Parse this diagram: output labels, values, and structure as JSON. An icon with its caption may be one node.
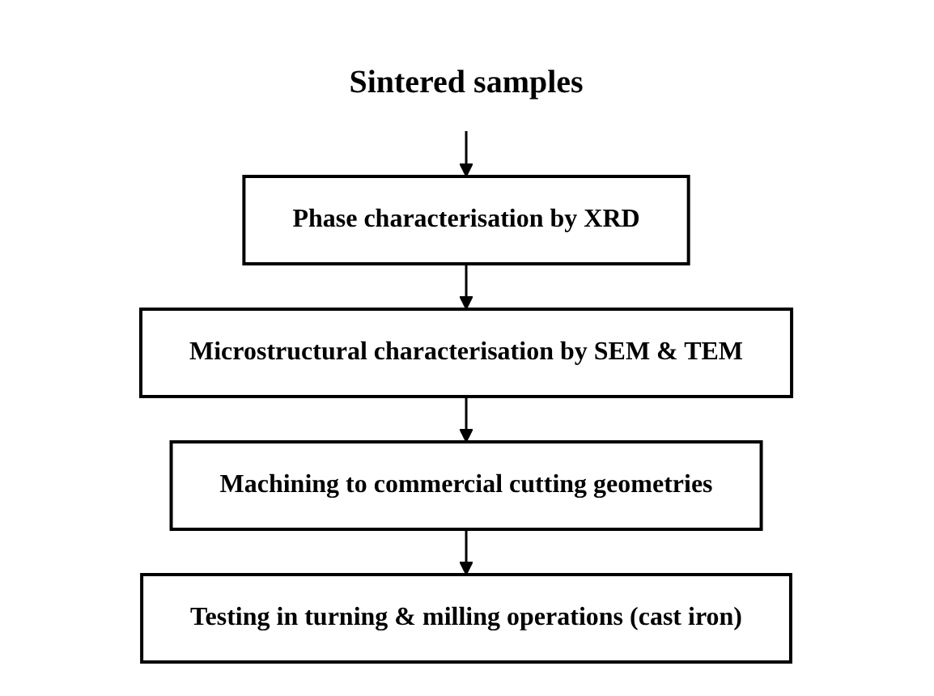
{
  "diagram": {
    "nodes": [
      {
        "text": [
          "Sintered samples"
        ]
      },
      {
        "text": [
          "Phase characterisation by XRD"
        ]
      },
      {
        "text": [
          "Microstructural characterisation by SEM & TEM"
        ]
      },
      {
        "text": [
          "Machining to commercial cutting geometries"
        ]
      },
      {
        "text": [
          "Testing in turning & milling operations (cast iron)"
        ]
      }
    ],
    "edges": [
      {
        "from": 0,
        "to": 1,
        "arrow": "to"
      },
      {
        "from": 1,
        "to": 2,
        "arrow": "to"
      },
      {
        "from": 2,
        "to": 3,
        "arrow": "to"
      },
      {
        "from": 3,
        "to": 4,
        "arrow": "to"
      }
    ]
  }
}
